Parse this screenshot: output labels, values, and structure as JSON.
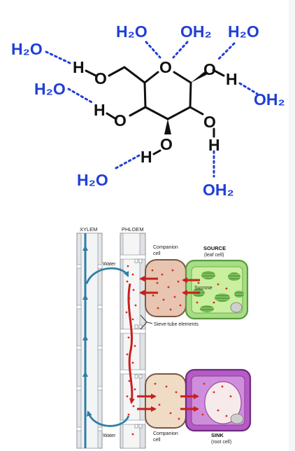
{
  "molecule": {
    "water_labels": {
      "w1": "H₂O",
      "w2": "H₂O",
      "w3": "OH₂",
      "w4": "H₂O",
      "w5": "H₂O",
      "w6": "OH₂",
      "w7": "H₂O",
      "w8": "OH₂"
    },
    "atoms": {
      "o_ring": "O",
      "o_c6": "O",
      "h_c6": "H",
      "o_c1": "O",
      "h_c1": "H",
      "o_c4": "O",
      "h_c4": "H",
      "o_c2": "O",
      "h_c2": "H",
      "o_c3": "O",
      "h_c3": "H"
    },
    "colors": {
      "water": "#1f3fd6",
      "bond": "#111111"
    }
  },
  "phloem": {
    "labels": {
      "xylem": "XYLEM",
      "phloem": "PHLOEM",
      "water_top": "Water",
      "water_bottom": "Water",
      "companion_top_1": "Companion",
      "companion_top_2": "cell",
      "source_1": "SOURCE",
      "source_2": "(leaf cell)",
      "sucrose": "Sucrose",
      "sieve": "Sieve-tube elements",
      "companion_bottom_1": "Companion",
      "companion_bottom_2": "cell",
      "sink_1": "SINK",
      "sink_2": "(root cell)"
    },
    "colors": {
      "tube_gray": "#c9ccd1",
      "water_blue": "#2f7ea6",
      "sugar_red": "#d72a22",
      "companion_tan": "#e7c5b0",
      "source_green": "#a7dd86",
      "sink_purple": "#b45cc4"
    }
  }
}
